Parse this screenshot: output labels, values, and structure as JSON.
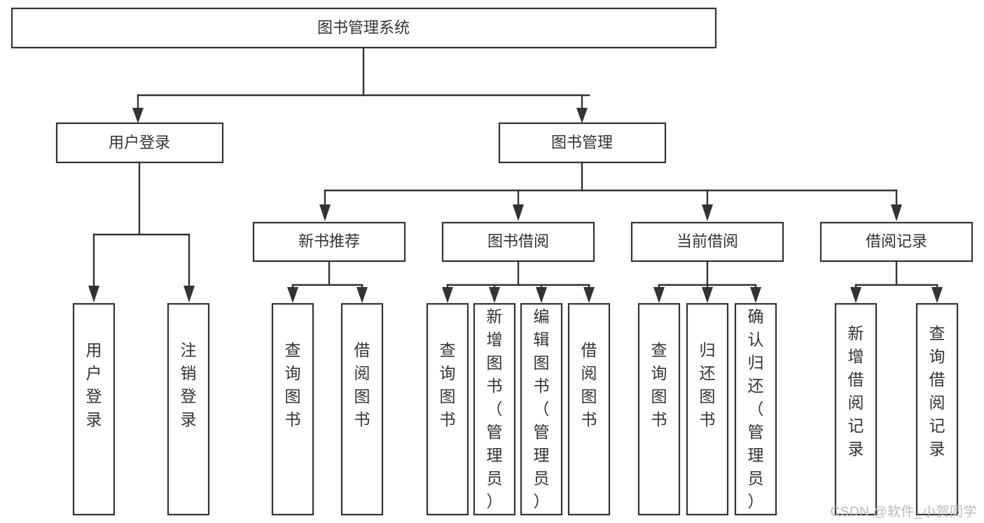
{
  "diagram": {
    "type": "tree-hierarchy",
    "title": "图书管理系统",
    "root": {
      "id": "root",
      "label": "图书管理系统"
    },
    "level1": [
      {
        "id": "user-login",
        "label": "用户登录"
      },
      {
        "id": "book-manage",
        "label": "图书管理"
      }
    ],
    "level2": [
      {
        "id": "new-book-recommend",
        "label": "新书推荐",
        "parent": "book-manage"
      },
      {
        "id": "book-borrow",
        "label": "图书借阅",
        "parent": "book-manage"
      },
      {
        "id": "current-borrow",
        "label": "当前借阅",
        "parent": "book-manage"
      },
      {
        "id": "borrow-record",
        "label": "借阅记录",
        "parent": "book-manage"
      }
    ],
    "leaves": [
      {
        "id": "leaf-user-login",
        "label": "用户登录",
        "parent": "user-login"
      },
      {
        "id": "leaf-logout",
        "label": "注销登录",
        "parent": "user-login"
      },
      {
        "id": "leaf-query-book-1",
        "label": "查询图书",
        "parent": "new-book-recommend"
      },
      {
        "id": "leaf-borrow-book-1",
        "label": "借阅图书",
        "parent": "new-book-recommend"
      },
      {
        "id": "leaf-query-book-2",
        "label": "查询图书",
        "parent": "book-borrow"
      },
      {
        "id": "leaf-add-book",
        "label": "新增图书（管理员）",
        "parent": "book-borrow"
      },
      {
        "id": "leaf-edit-book",
        "label": "编辑图书（管理员）",
        "parent": "book-borrow"
      },
      {
        "id": "leaf-borrow-book-2",
        "label": "借阅图书",
        "parent": "book-borrow"
      },
      {
        "id": "leaf-query-book-3",
        "label": "查询图书",
        "parent": "current-borrow"
      },
      {
        "id": "leaf-return-book",
        "label": "归还图书",
        "parent": "current-borrow"
      },
      {
        "id": "leaf-confirm-return",
        "label": "确认归还（管理员）",
        "parent": "current-borrow"
      },
      {
        "id": "leaf-add-record",
        "label": "新增借阅记录",
        "parent": "borrow-record"
      },
      {
        "id": "leaf-query-record",
        "label": "查询借阅记录",
        "parent": "borrow-record"
      }
    ],
    "colors": {
      "stroke": "#333333",
      "fill": "#ffffff",
      "background": "#ffffff",
      "watermark": "#b9b9b9"
    }
  },
  "watermark": {
    "text": "CSDN @软件_小贺同学"
  }
}
